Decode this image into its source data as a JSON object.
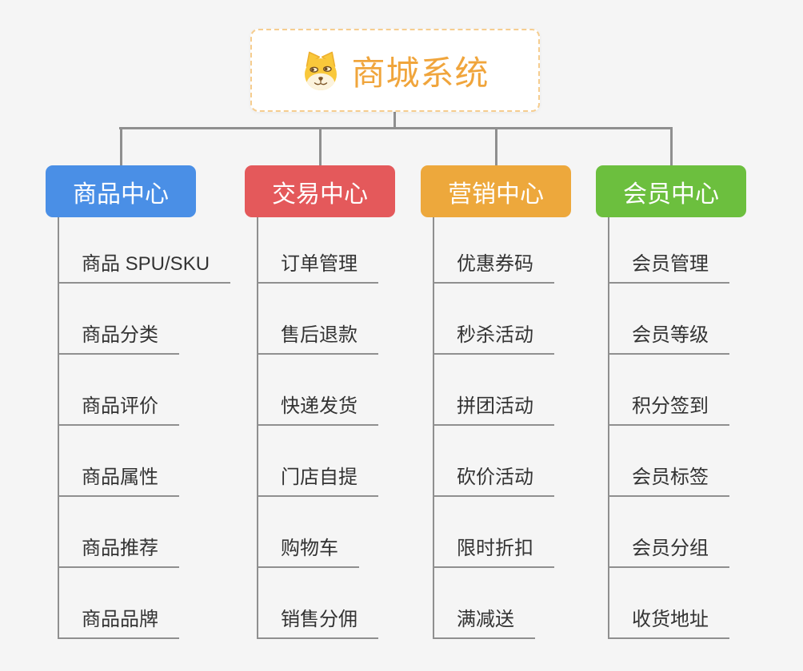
{
  "canvas": {
    "background": "#f5f5f5",
    "line_color": "#8f8f8f",
    "leaf_text_color": "#333333"
  },
  "root": {
    "label": "商城系统",
    "icon": "doge-face",
    "text_color": "#f0a53c",
    "border_color": "#f6cd8f",
    "background": "#ffffff"
  },
  "branches": [
    {
      "label": "商品中心",
      "color": "#4a8fe6",
      "children": [
        "商品 SPU/SKU",
        "商品分类",
        "商品评价",
        "商品属性",
        "商品推荐",
        "商品品牌"
      ]
    },
    {
      "label": "交易中心",
      "color": "#e4595b",
      "children": [
        "订单管理",
        "售后退款",
        "快递发货",
        "门店自提",
        "购物车",
        "销售分佣"
      ]
    },
    {
      "label": "营销中心",
      "color": "#eda83c",
      "children": [
        "优惠券码",
        "秒杀活动",
        "拼团活动",
        "砍价活动",
        "限时折扣",
        "满减送"
      ]
    },
    {
      "label": "会员中心",
      "color": "#6cbf3e",
      "children": [
        "会员管理",
        "会员等级",
        "积分签到",
        "会员标签",
        "会员分组",
        "收货地址"
      ]
    }
  ]
}
